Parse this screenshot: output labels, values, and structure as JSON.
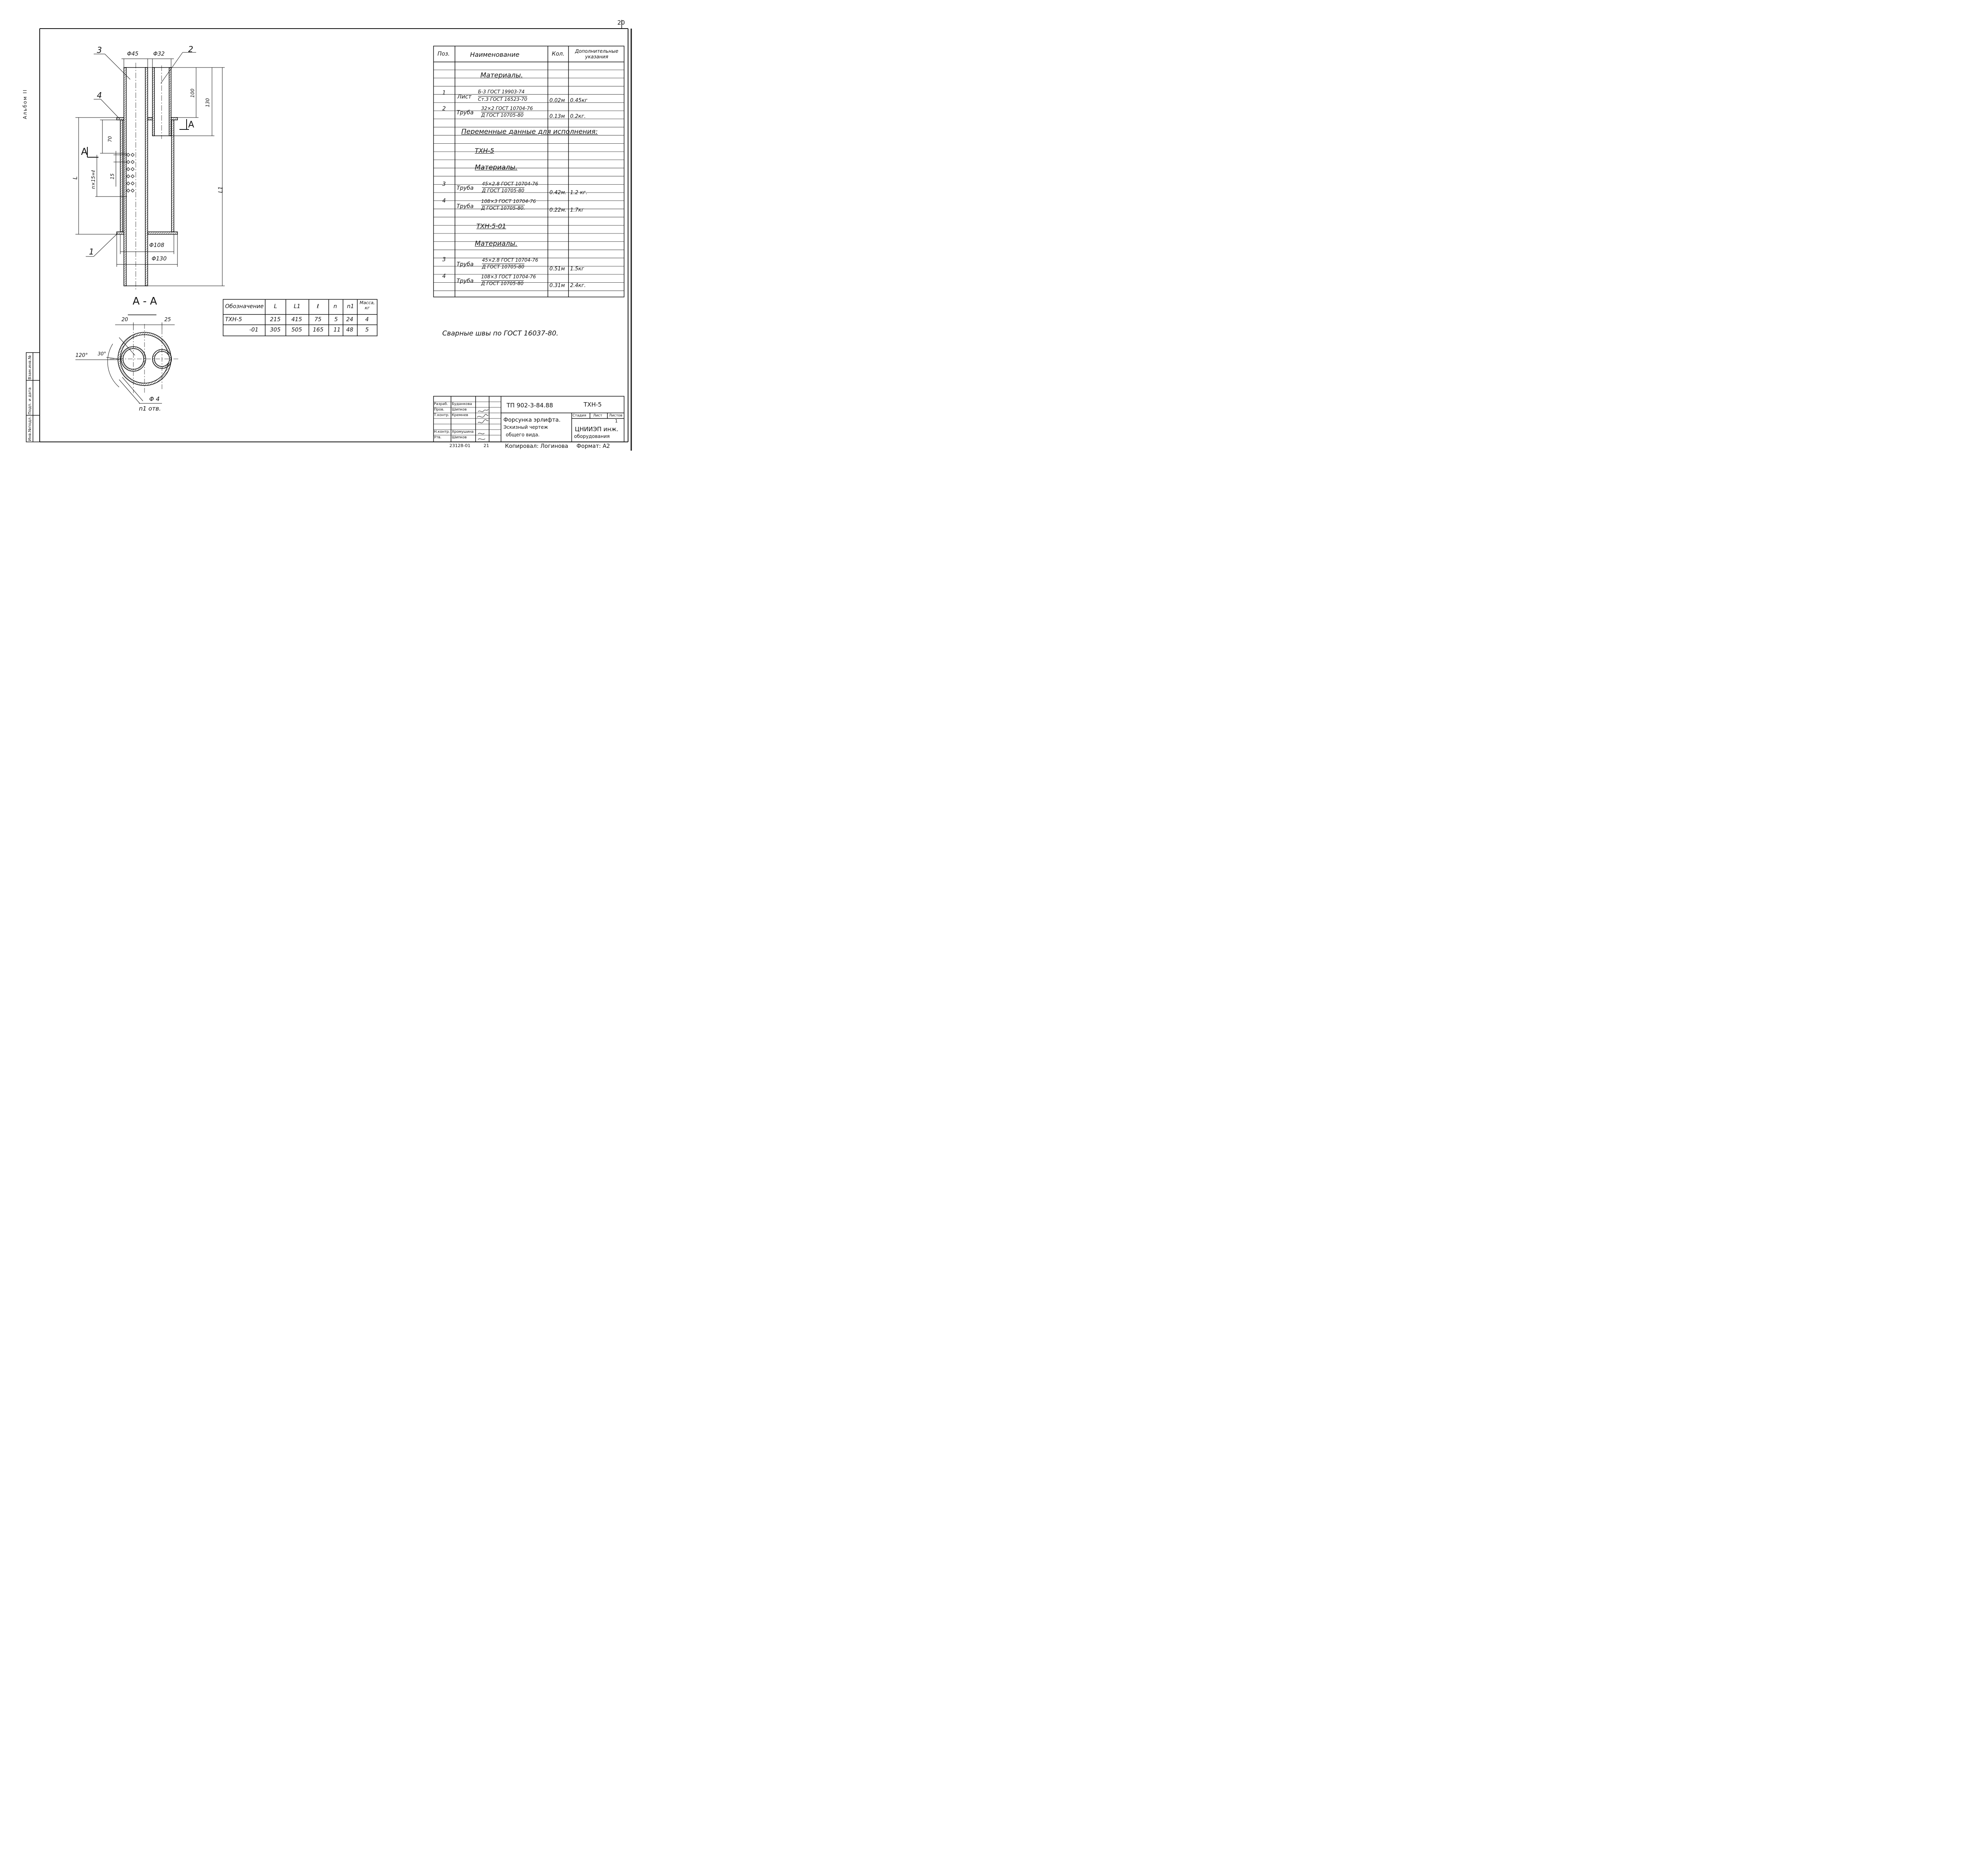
{
  "sheet": {
    "number": "20",
    "album_label": "Альбом II",
    "side_stamp": [
      "Инв.№подл.",
      "Подп. и дата",
      "Взам.инв.№"
    ]
  },
  "drawing": {
    "positions": [
      "3",
      "2",
      "4",
      "1"
    ],
    "dims": {
      "d45": "Φ45",
      "d32": "Φ32",
      "d108": "Φ108",
      "d130": "Φ130",
      "len100": "100",
      "len130": "130",
      "len70": "70",
      "len15": "15",
      "pitch": "n×15=ℓ",
      "L": "L",
      "L1": "L1"
    },
    "section_marks": [
      "A",
      "A"
    ],
    "section_title": "A - A",
    "section_dims": {
      "d20": "20",
      "d25": "25",
      "a120": "120°",
      "a30": "30°",
      "hole": "Φ 4",
      "holes_count": "n1 отв."
    }
  },
  "spec_table": {
    "headers": [
      "Поз.",
      "Наименование",
      "Кол.",
      "Дополнительные указания"
    ],
    "sections": {
      "materials_1": "Материалы.",
      "variable": "Переменные данные для исполнения:",
      "txh5": "ТХН-5",
      "materials_2": "Материалы.",
      "txh501": "ТХН-5-01",
      "materials_3": "Материалы."
    },
    "items": [
      {
        "pos": "1",
        "name": "Лист",
        "top": "Б-3 ГОСТ 19903-74",
        "bottom": "Ст.3 ГОСТ 16523-70",
        "qty": "0.02м",
        "note": "0.45кг"
      },
      {
        "pos": "2",
        "name": "Труба",
        "top": "32×2 ГОСТ 10704-76",
        "bottom": "Д ГОСТ 10705-80",
        "qty": "0.13м",
        "note": "0.2кг."
      },
      {
        "pos": "3",
        "name": "Труба",
        "top": "45×2.8 ГОСТ 10704-76",
        "bottom": "Д ГОСТ 10705-80",
        "qty": "0.42м.",
        "note": "1.2 кг."
      },
      {
        "pos": "4",
        "name": "Труба",
        "top": "108×3 ГОСТ 10704-76",
        "bottom": "Д ГОСТ 10705-80.",
        "qty": "0.22м.",
        "note": "1.7кг"
      },
      {
        "pos": "3",
        "name": "Труба",
        "top": "45×2.8 ГОСТ 10704-76",
        "bottom": "Д ГОСТ 10705-80",
        "qty": "0.51м",
        "note": "1.5кг"
      },
      {
        "pos": "4",
        "name": "Труба",
        "top": "108×3 ГОСТ 10704-76",
        "bottom": "Д ГОСТ 10705-80",
        "qty": "0.31м",
        "note": "2.4кг."
      }
    ]
  },
  "variant_table": {
    "headers": [
      "Обозначение",
      "L",
      "L1",
      "ℓ",
      "n",
      "n1",
      "Масса, кг"
    ],
    "rows": [
      [
        "ТХН-5",
        "215",
        "415",
        "75",
        "5",
        "24",
        "4"
      ],
      [
        "-01",
        "305",
        "505",
        "165",
        "11",
        "48",
        "5"
      ]
    ]
  },
  "weld_note": "Сварные швы по ГОСТ 16037-80.",
  "title_block": {
    "doc_number": "ТП 902-3-84.88",
    "code": "ТХН-5",
    "title_lines": [
      "Форсунка эрлифта.",
      "Эскизный чертеж",
      "общего вида."
    ],
    "org_lines": [
      "ЦНИИЭП инж.",
      "оборудования"
    ],
    "stage_headers": [
      "Стадия",
      "Лист",
      "Листов"
    ],
    "sheet_value": "1",
    "roles": [
      {
        "role": "Разраб.",
        "name": "Буданкова"
      },
      {
        "role": "Пров.",
        "name": "Шипков"
      },
      {
        "role": "Т.контр.",
        "name": "Кремнев"
      },
      {
        "role": "",
        "name": ""
      },
      {
        "role": "Н.контр.",
        "name": "Хромушина"
      },
      {
        "role": "Утв.",
        "name": "Шипков"
      }
    ],
    "footer_code": "23128-01",
    "footer_sheet": "21",
    "copied_by": "Копировал: Логинова",
    "format": "Формат: А2"
  }
}
